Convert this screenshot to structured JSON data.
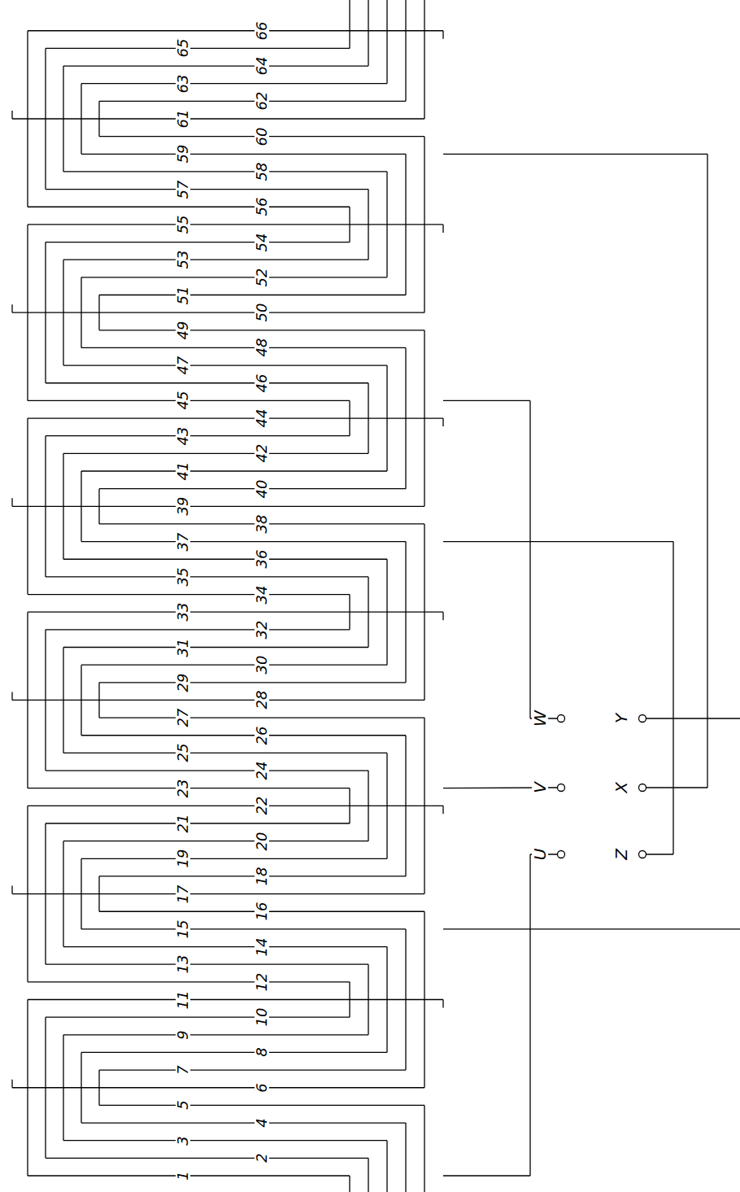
{
  "diagram": {
    "labels": [
      "1",
      "2",
      "3",
      "4",
      "5",
      "6",
      "7",
      "8",
      "9",
      "10",
      "11",
      "12",
      "13",
      "14",
      "15",
      "16",
      "17",
      "18",
      "19",
      "20",
      "21",
      "22",
      "23",
      "24",
      "25",
      "26",
      "27",
      "28",
      "29",
      "30",
      "31",
      "32",
      "33",
      "34",
      "35",
      "36",
      "37",
      "38",
      "39",
      "40",
      "41",
      "42",
      "43",
      "44",
      "45",
      "46",
      "47",
      "48",
      "49",
      "50",
      "51",
      "52",
      "53",
      "54",
      "55",
      "56",
      "57",
      "58",
      "59",
      "60",
      "61",
      "62",
      "63",
      "64",
      "65",
      "66",
      "U",
      "V",
      "W",
      "X",
      "Y",
      "Z"
    ]
  }
}
